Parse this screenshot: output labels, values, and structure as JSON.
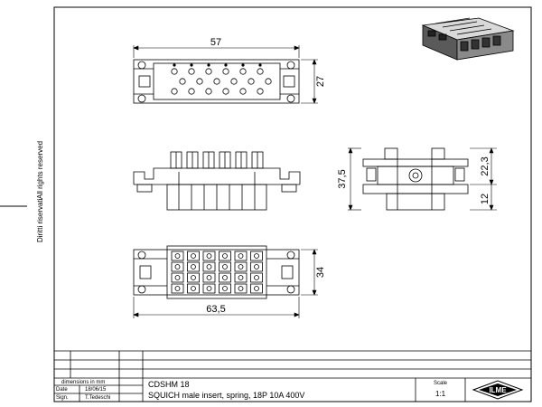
{
  "copyright": {
    "line1": "Diritti riservati",
    "line2": "All rights reserved"
  },
  "dimensions": {
    "top_width": "57",
    "top_height": "27",
    "side_height": "37,5",
    "side_upper": "22,3",
    "side_lower": "12",
    "bottom_height": "34",
    "bottom_width": "63,5"
  },
  "title_block": {
    "units_note": "dimensions in mm",
    "date_label": "Date",
    "date_value": "18/06/15",
    "sign_label": "Sign.",
    "sign_value": "T.Tedeschi",
    "code": "CDSHM 18",
    "description": "SQUICH male insert, spring, 18P 10A 400V",
    "scale_label": "Scale",
    "scale_value": "1:1",
    "logo_text": "ILME"
  }
}
